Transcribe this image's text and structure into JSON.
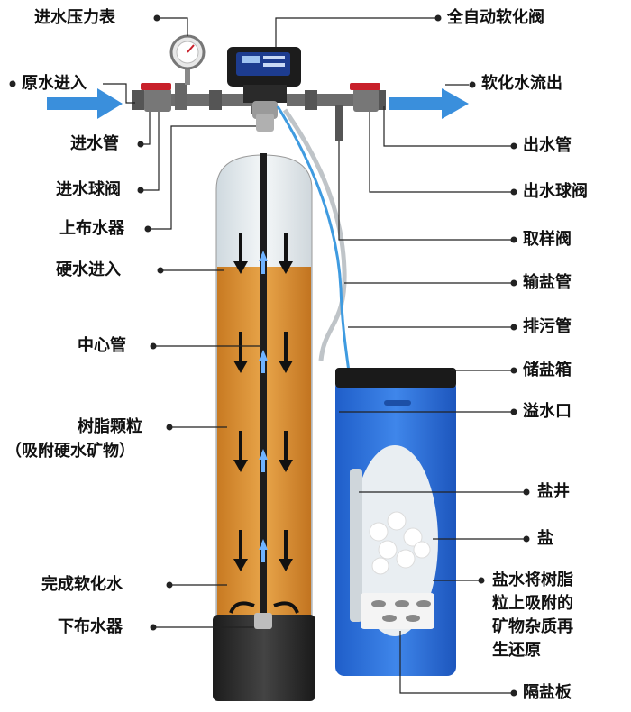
{
  "labels": {
    "inlet_gauge": "进水压力表",
    "raw_water_in": "原水进入",
    "inlet_pipe": "进水管",
    "inlet_ball_valve": "进水球阀",
    "upper_distributor": "上布水器",
    "hard_water_in": "硬水进入",
    "center_pipe": "中心管",
    "resin_line1": "树脂颗粒",
    "resin_line2": "（吸附硬水矿物）",
    "softened_water": "完成软化水",
    "lower_distributor": "下布水器",
    "control_valve": "全自动软化阀",
    "soft_water_out": "软化水流出",
    "outlet_pipe": "出水管",
    "outlet_ball_valve": "出水球阀",
    "sampling_valve": "取样阀",
    "brine_line": "输盐管",
    "drain_line": "排污管",
    "brine_tank": "储盐箱",
    "overflow": "溢水口",
    "salt_well": "盐井",
    "salt": "盐",
    "regen_line1": "盐水将树脂",
    "regen_line2": "粒上吸附的",
    "regen_line3": "矿物杂质再",
    "regen_line4": "生还原",
    "salt_plate": "隔盐板"
  },
  "colors": {
    "flow_arrow": "#3a8fdc",
    "resin": "#d98a2b",
    "tank_blue": "#2f6fd6",
    "valve_red": "#c8202a"
  }
}
